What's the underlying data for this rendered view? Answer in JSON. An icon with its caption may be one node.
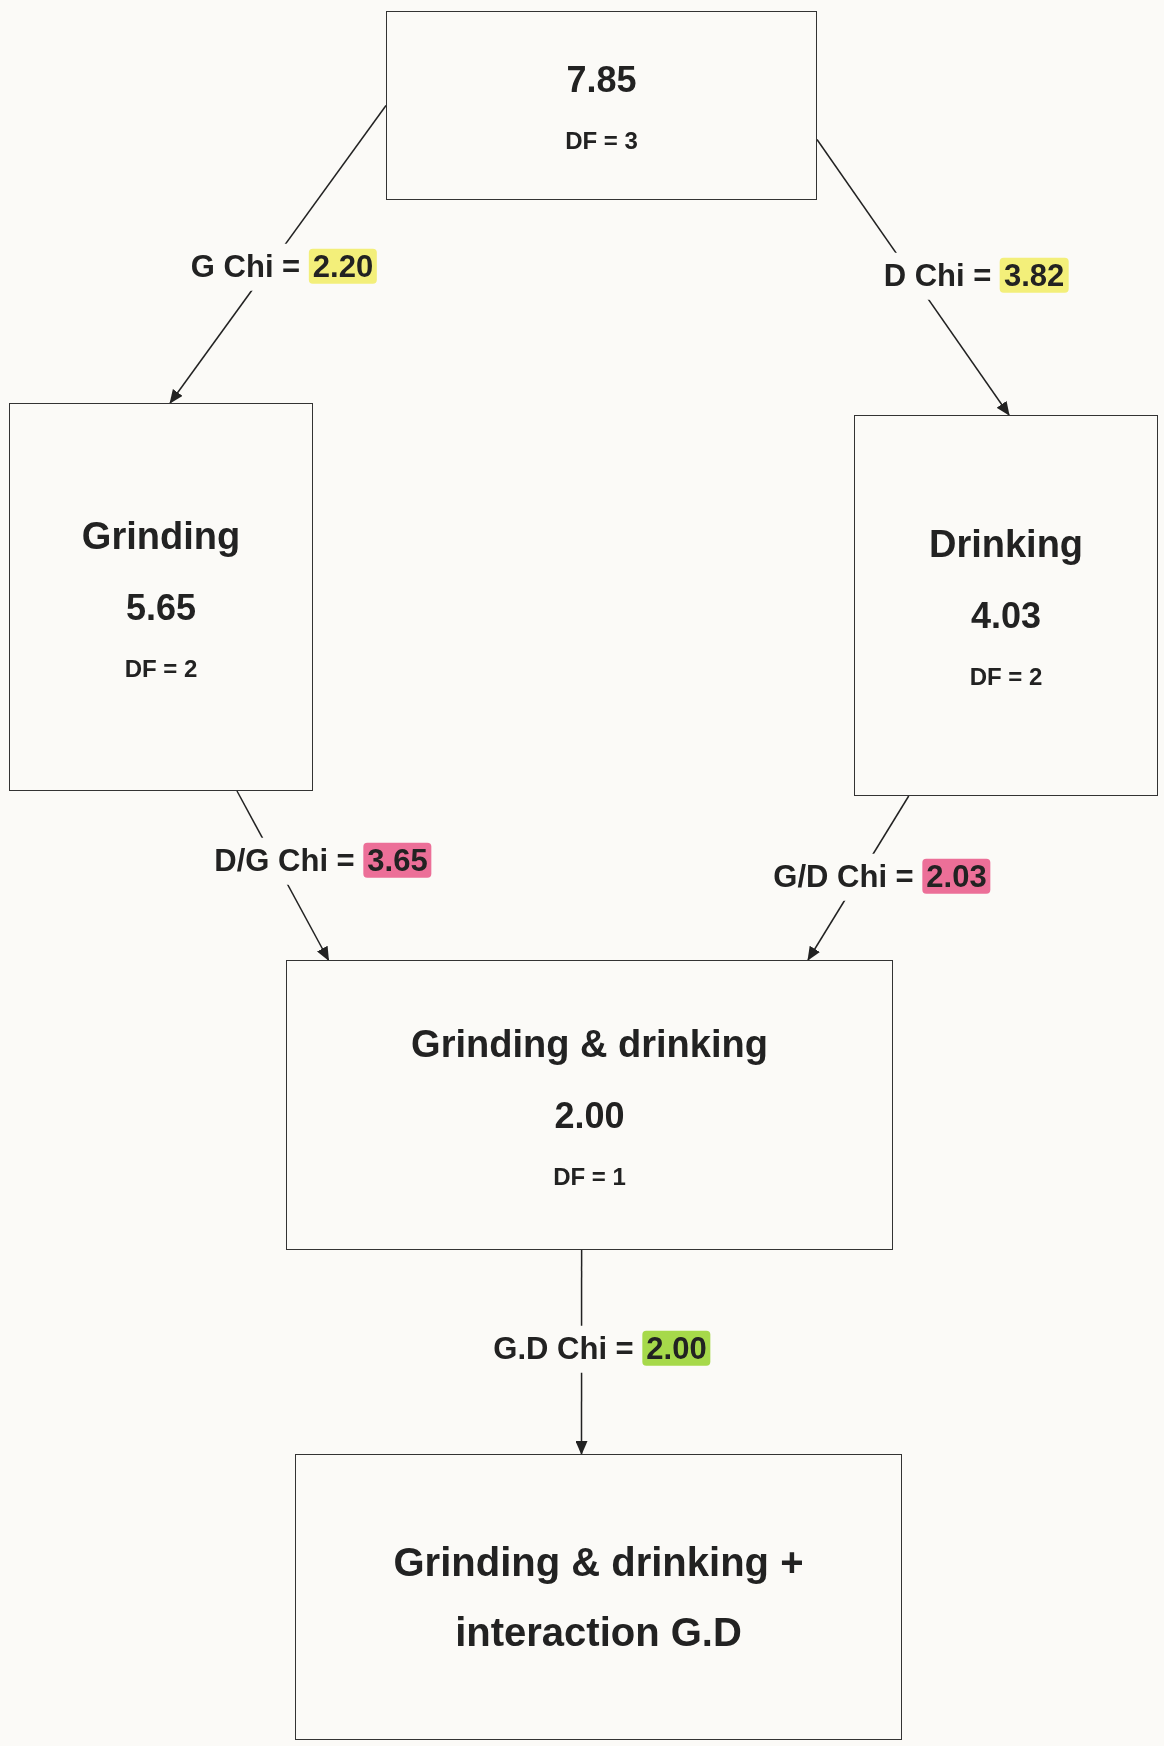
{
  "diagram": {
    "nodes": [
      {
        "text": [
          "7.85",
          "DF = 3"
        ]
      },
      {
        "text": [
          "Grinding",
          "5.65",
          "DF = 2"
        ]
      },
      {
        "text": [
          "Drinking",
          "4.03",
          "DF = 2"
        ]
      },
      {
        "text": [
          "Grinding & drinking",
          "2.00",
          "DF = 1"
        ]
      },
      {
        "text": [
          "Grinding & drinking + interaction G.D"
        ]
      }
    ],
    "edges": [
      {
        "from": 0,
        "to": 1,
        "arrow": "to",
        "label": "G Chi = 2.20"
      },
      {
        "from": 0,
        "to": 2,
        "arrow": "to",
        "label": "D Chi = 3.82"
      },
      {
        "from": 1,
        "to": 3,
        "arrow": "to",
        "label": "D/G Chi = 3.65"
      },
      {
        "from": 2,
        "to": 3,
        "arrow": "to",
        "label": "G/D Chi = 2.03"
      },
      {
        "from": 3,
        "to": 4,
        "arrow": "to",
        "label": "G.D Chi = 2.00"
      }
    ]
  }
}
